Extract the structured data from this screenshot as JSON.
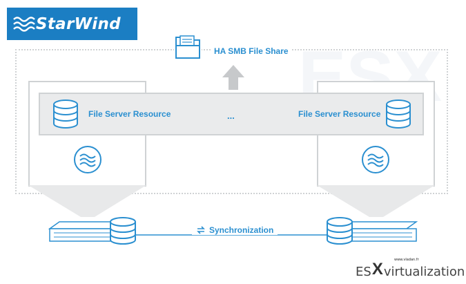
{
  "logo": {
    "text": "StarWind",
    "background": "#1b7ec3"
  },
  "share": {
    "label": "HA SMB File Share",
    "icon": "folder-icon"
  },
  "resources": {
    "left_label": "File Server Resource",
    "right_label": "File Server Resource",
    "ellipsis": "..."
  },
  "sync": {
    "label": "Synchronization",
    "icon": "sync-arrows-icon"
  },
  "watermark": {
    "bg_text": "ESX",
    "small": "www.vladan.fr",
    "es": "ES",
    "x": "X",
    "virt": "virtualization"
  },
  "colors": {
    "accent": "#2a8fd0",
    "gray": "#cfd2d4",
    "bar": "#eaebec"
  }
}
